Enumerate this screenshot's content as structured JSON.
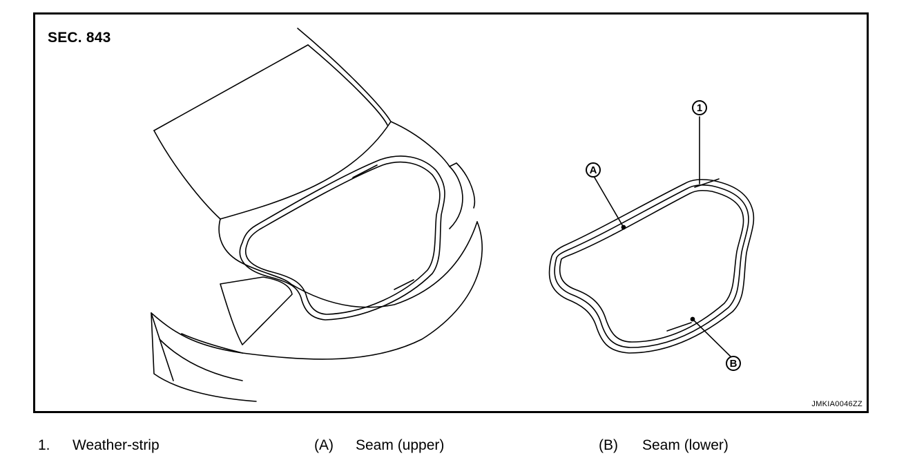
{
  "figure": {
    "section_label": "SEC. 843",
    "figure_code": "JMKIA0046ZZ"
  },
  "callouts": {
    "part_1": "1",
    "seam_a": "A",
    "seam_b": "B"
  },
  "legend": [
    {
      "key": "1.",
      "label": "Weather-strip"
    },
    {
      "key": "(A)",
      "label": "Seam (upper)"
    },
    {
      "key": "(B)",
      "label": "Seam (lower)"
    }
  ]
}
